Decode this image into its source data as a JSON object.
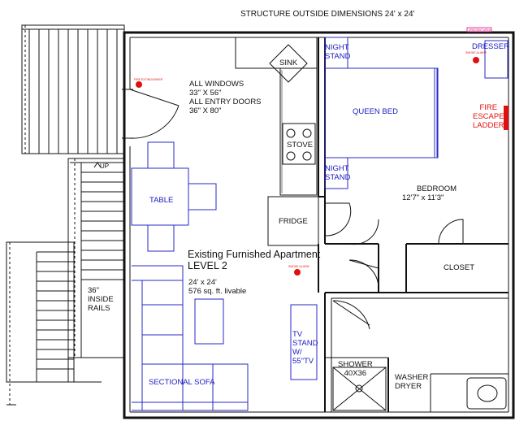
{
  "header": {
    "title": "STRUCTURE OUTSIDE DIMENSIONS 24' x 24'"
  },
  "rooms": {
    "sink": "SINK",
    "stove": "STOVE",
    "fridge": "FRIDGE",
    "table": "TABLE",
    "night_stand_1": [
      "NIGHT",
      "STAND"
    ],
    "night_stand_2": [
      "NIGHT",
      "STAND"
    ],
    "queen_bed": "QUEEN BED",
    "dresser": "DRESSER",
    "fire_escape": [
      "FIRE",
      "ESCAPE",
      "LADDER"
    ],
    "bedroom": "BEDROOM",
    "bedroom_dims": "12'7\" x 11'3\"",
    "closet": "CLOSET",
    "shower": [
      "SHOWER",
      "40X36"
    ],
    "washer_dryer": [
      "WASHER",
      "DRYER"
    ],
    "tv_stand": [
      "TV",
      "STAND",
      "W/",
      "55\"TV"
    ],
    "sectional_sofa": "SECTIONAL SOFA"
  },
  "notes": {
    "windows": [
      "ALL WINDOWS",
      "33\" X 56\"",
      "ALL ENTRY DOORS",
      "36\" X 80\""
    ],
    "apartment_title": [
      "Existing Furnished Apartment",
      "LEVEL 2"
    ],
    "area": [
      "24' x 24'",
      "576 sq. ft. livable"
    ],
    "rails": [
      "36\"",
      "INSIDE",
      "RAILS"
    ],
    "stairs_up": "UP"
  },
  "alarms": {
    "fire_extinguisher": "FIRE EXTINGUISHER",
    "smoke_alarm_1": "SMOKE ALARM",
    "smoke_alarm_2": "SMOKE ALARM",
    "dresser_tag": "DRESSER AREA"
  },
  "colors": {
    "furniture": "#2a2ac8",
    "alarm": "#e01010",
    "walls": "#111111"
  }
}
